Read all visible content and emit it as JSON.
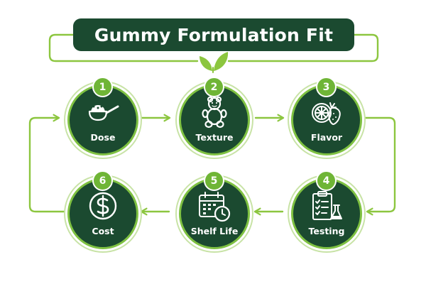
{
  "title": "Gummy Formulation Fit",
  "colors": {
    "dark_green": "#1b4a30",
    "accent_green": "#7fc142",
    "badge_green": "#6fb536"
  },
  "steps": [
    {
      "number": "1",
      "label": "Dose",
      "icon": "scoop-icon"
    },
    {
      "number": "2",
      "label": "Texture",
      "icon": "gummy-bear-icon"
    },
    {
      "number": "3",
      "label": "Flavor",
      "icon": "fruit-icon"
    },
    {
      "number": "4",
      "label": "Testing",
      "icon": "clipboard-flask-icon"
    },
    {
      "number": "5",
      "label": "Shelf Life",
      "icon": "calendar-clock-icon"
    },
    {
      "number": "6",
      "label": "Cost",
      "icon": "dollar-icon"
    }
  ]
}
